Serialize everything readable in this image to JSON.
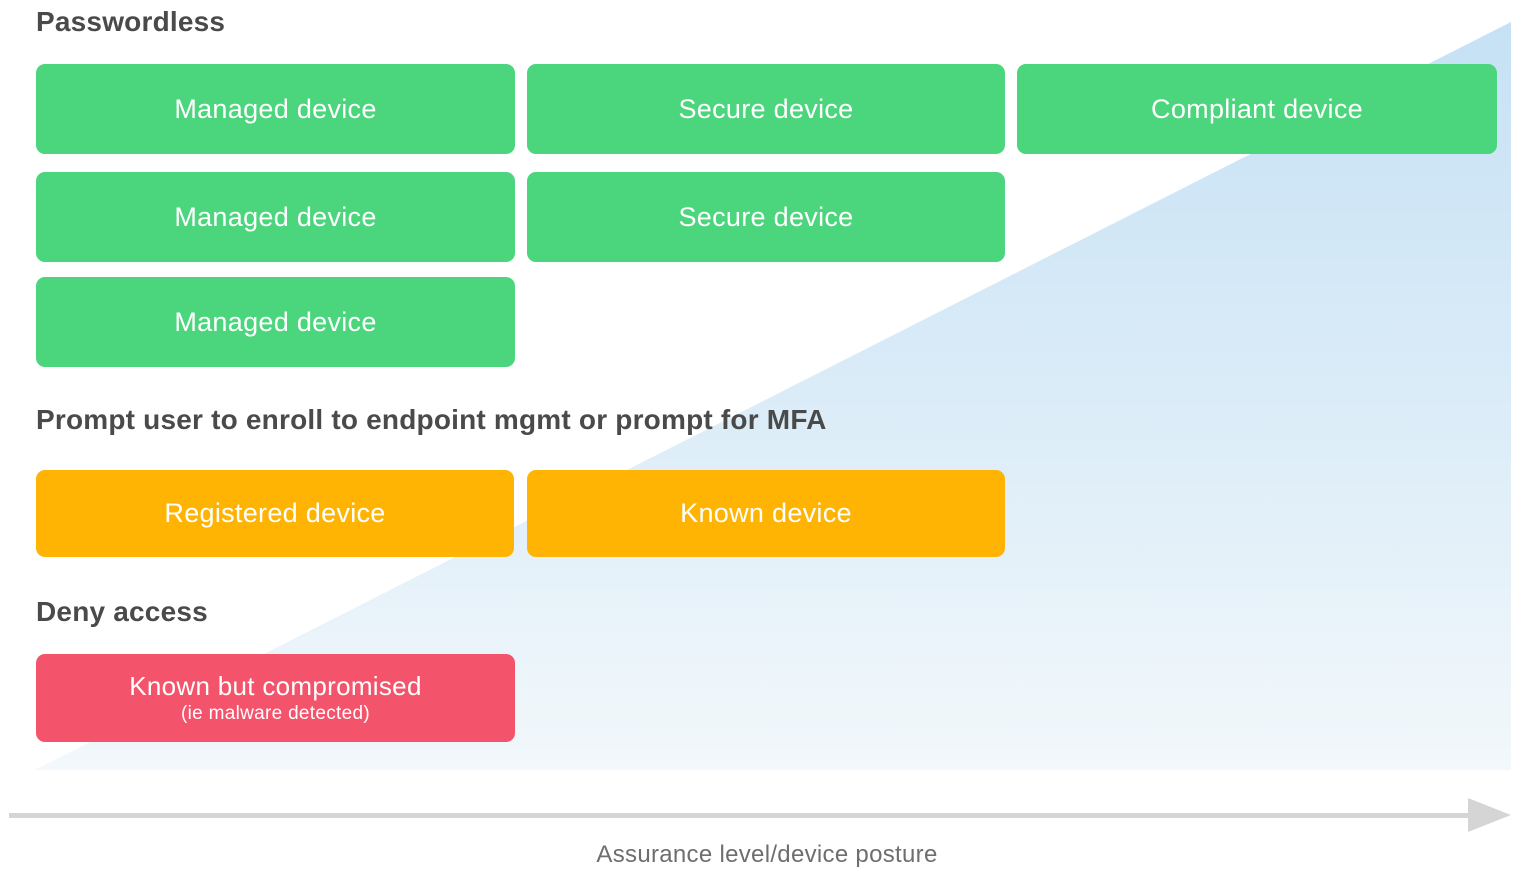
{
  "sections": {
    "passwordless": {
      "heading": "Passwordless",
      "row1": [
        "Managed device",
        "Secure device",
        "Compliant device"
      ],
      "row2": [
        "Managed device",
        "Secure device"
      ],
      "row3": [
        "Managed device"
      ]
    },
    "prompt": {
      "heading": "Prompt user to enroll to endpoint mgmt or prompt for MFA",
      "row1": [
        "Registered device",
        "Known device"
      ]
    },
    "deny": {
      "heading": "Deny access",
      "box": {
        "title": "Known but compromised",
        "subtitle": "(ie malware detected)"
      }
    }
  },
  "axis": {
    "label": "Assurance level/device posture"
  },
  "colors": {
    "green": "#4BD67D",
    "amber": "#FFB403",
    "red": "#F4536C",
    "heading-text": "#4A4A4A",
    "box-text": "#FFFFFF",
    "axis-text": "#6E6E6E",
    "arrow": "#D5D5D5",
    "triangle-top": "#C6E1F5",
    "triangle-mid": "#DDEDF8",
    "triangle-bottom": "#F2F8FB"
  }
}
